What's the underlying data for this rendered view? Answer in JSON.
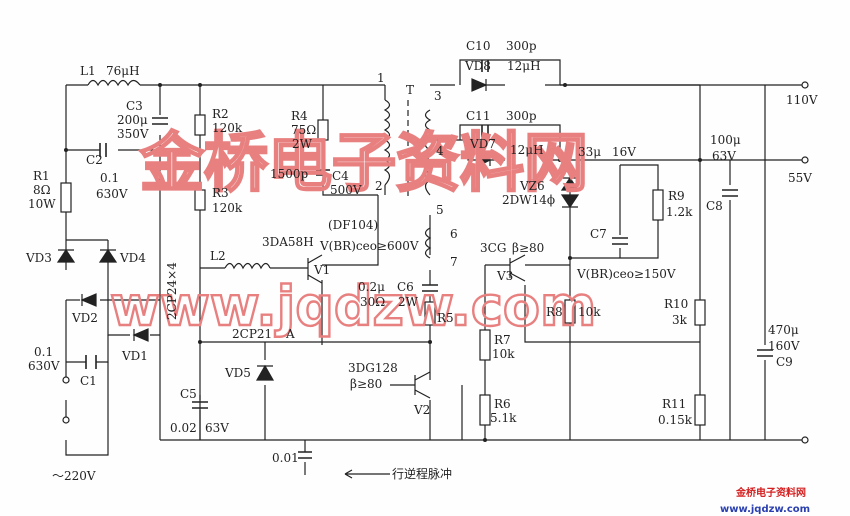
{
  "colors": {
    "ink": "#222222",
    "watermark": "#e88080",
    "footer_red": "#d42020",
    "footer_blue": "#2a40b0"
  },
  "components": {
    "L1": "L1",
    "L1v": "76μH",
    "C3": "C3",
    "C3v1": "200μ",
    "C3v2": "350V",
    "C2": "C2",
    "C2v1": "0.1",
    "C2v2": "630V",
    "R1": "R1",
    "R1v1": "8Ω",
    "R1v2": "10W",
    "VD3": "VD3",
    "VD4": "VD4",
    "VD2": "VD2",
    "VD1": "VD1",
    "C1v1": "0.1",
    "C1v2": "630V",
    "C1": "C1",
    "ac": "～220V",
    "R2": "R2",
    "R2v": "120k",
    "R3": "R3",
    "R3v": "120k",
    "R4": "R4",
    "R4v1": "75Ω",
    "R4v2": "2W",
    "C4v1": "1500p",
    "C4": "C4",
    "C4v2": "500V",
    "n1": "1",
    "n2": "2",
    "n3": "3",
    "n4": "4",
    "n5": "5",
    "n6": "6",
    "n7": "7",
    "T": "T",
    "L2": "L2",
    "V1type": "3DA58H",
    "V1": "V1",
    "df": "(DF104)",
    "vbr1": "V(BR)ceo≥600V",
    "bridge": "2CP24×4",
    "VD5": "VD5",
    "cp21": "2CP21",
    "A": "A",
    "C5": "C5",
    "C5v1": "0.02",
    "C5v2": "63V",
    "c6v1": "0.2μ",
    "C6": "C6",
    "c6v2": "30Ω",
    "c6v3": "2W",
    "R5": "R5",
    "V2type": "3DG128",
    "V2beta": "β≥80",
    "V2": "V2",
    "c001": "0.01",
    "pulse": "行逆程脉冲",
    "C10": "C10",
    "C10v": "300p",
    "VD8": "VD8",
    "VD8L": "12μH",
    "C11": "C11",
    "C11v": "300p",
    "VD7": "VD7",
    "VD7L": "12μH",
    "c33": "33μ",
    "v16": "16V",
    "VZ6": "VZ6",
    "VZ6t": "2DW14ϕ",
    "C7": "C7",
    "V3type": "3CG",
    "V3beta": "β≥80",
    "V3": "V3",
    "vbr2": "V(BR)ceo≥150V",
    "R9": "R9",
    "R9v": "1.2k",
    "R8": "R8",
    "R8v": "10k",
    "R7": "R7",
    "R7v": "10k",
    "R6": "R6",
    "R6v": "5.1k",
    "c8v1": "100μ",
    "c8v2": "63V",
    "C8": "C8",
    "R10": "R10",
    "R10v": "3k",
    "R11": "R11",
    "R11v": "0.15k",
    "c9v1": "470μ",
    "c9v2": "160V",
    "C9": "C9",
    "out110": "110V",
    "out55": "55V"
  },
  "watermark": {
    "cn": "金桥电子资料网",
    "url": "www.jqdzw.com"
  },
  "footer": {
    "cn": "金桥电子资料网",
    "url": "www.jqdzw.com"
  }
}
